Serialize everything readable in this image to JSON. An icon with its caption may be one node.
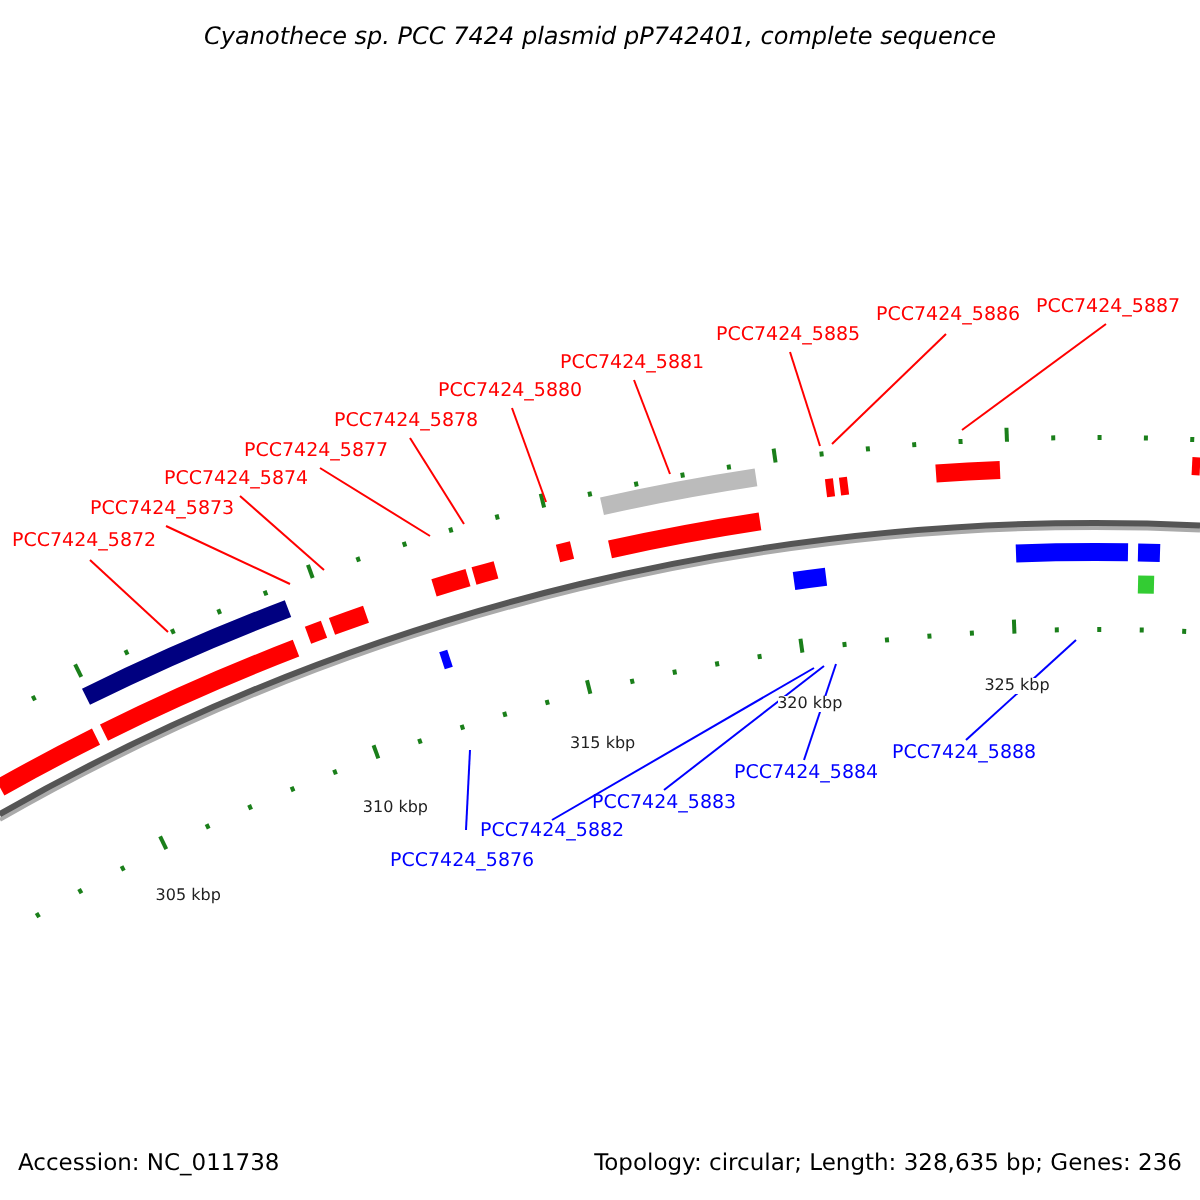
{
  "diagram": {
    "title": "Cyanothece sp. PCC 7424 plasmid pP742401, complete sequence",
    "nodes": [
      {
        "text": [
          "PCC7424_5872"
        ]
      },
      {
        "text": [
          "PCC7424_5873"
        ]
      },
      {
        "text": [
          "PCC7424_5874"
        ]
      },
      {
        "text": [
          "PCC7424_5877"
        ]
      },
      {
        "text": [
          "PCC7424_5878"
        ]
      },
      {
        "text": [
          "PCC7424_5880"
        ]
      },
      {
        "text": [
          "PCC7424_5881"
        ]
      },
      {
        "text": [
          "PCC7424_5885"
        ]
      },
      {
        "text": [
          "PCC7424_5886"
        ]
      },
      {
        "text": [
          "PCC7424_5887"
        ]
      },
      {
        "text": [
          "PCC7424_5876"
        ]
      },
      {
        "text": [
          "PCC7424_5882"
        ]
      },
      {
        "text": [
          "PCC7424_5883"
        ]
      },
      {
        "text": [
          "PCC7424_5884"
        ]
      },
      {
        "text": [
          "PCC7424_5888"
        ]
      }
    ],
    "edges": [
      {
        "from": 0,
        "to": null,
        "arrow": "none"
      },
      {
        "from": 1,
        "to": null,
        "arrow": "none"
      },
      {
        "from": 2,
        "to": null,
        "arrow": "none"
      },
      {
        "from": 3,
        "to": null,
        "arrow": "none"
      },
      {
        "from": 4,
        "to": null,
        "arrow": "none"
      },
      {
        "from": 5,
        "to": null,
        "arrow": "none"
      },
      {
        "from": 6,
        "to": null,
        "arrow": "none"
      },
      {
        "from": 7,
        "to": null,
        "arrow": "none"
      },
      {
        "from": 8,
        "to": null,
        "arrow": "none"
      },
      {
        "from": 9,
        "to": null,
        "arrow": "none"
      },
      {
        "from": 10,
        "to": null,
        "arrow": "none",
        "color": "#0000ff"
      },
      {
        "from": 11,
        "to": null,
        "arrow": "none",
        "color": "#0000ff"
      },
      {
        "from": 12,
        "to": null,
        "arrow": "none",
        "color": "#0000ff"
      },
      {
        "from": 13,
        "to": null,
        "arrow": "none",
        "color": "#0000ff"
      },
      {
        "from": 14,
        "to": null,
        "arrow": "none",
        "color": "#0000ff"
      }
    ],
    "labels": [
      "305 kbp",
      "310 kbp",
      "315 kbp",
      "320 kbp",
      "325 kbp",
      "Accession: NC_011738",
      "Topology: circular; Length: 328,635 bp; Genes: 236"
    ]
  }
}
